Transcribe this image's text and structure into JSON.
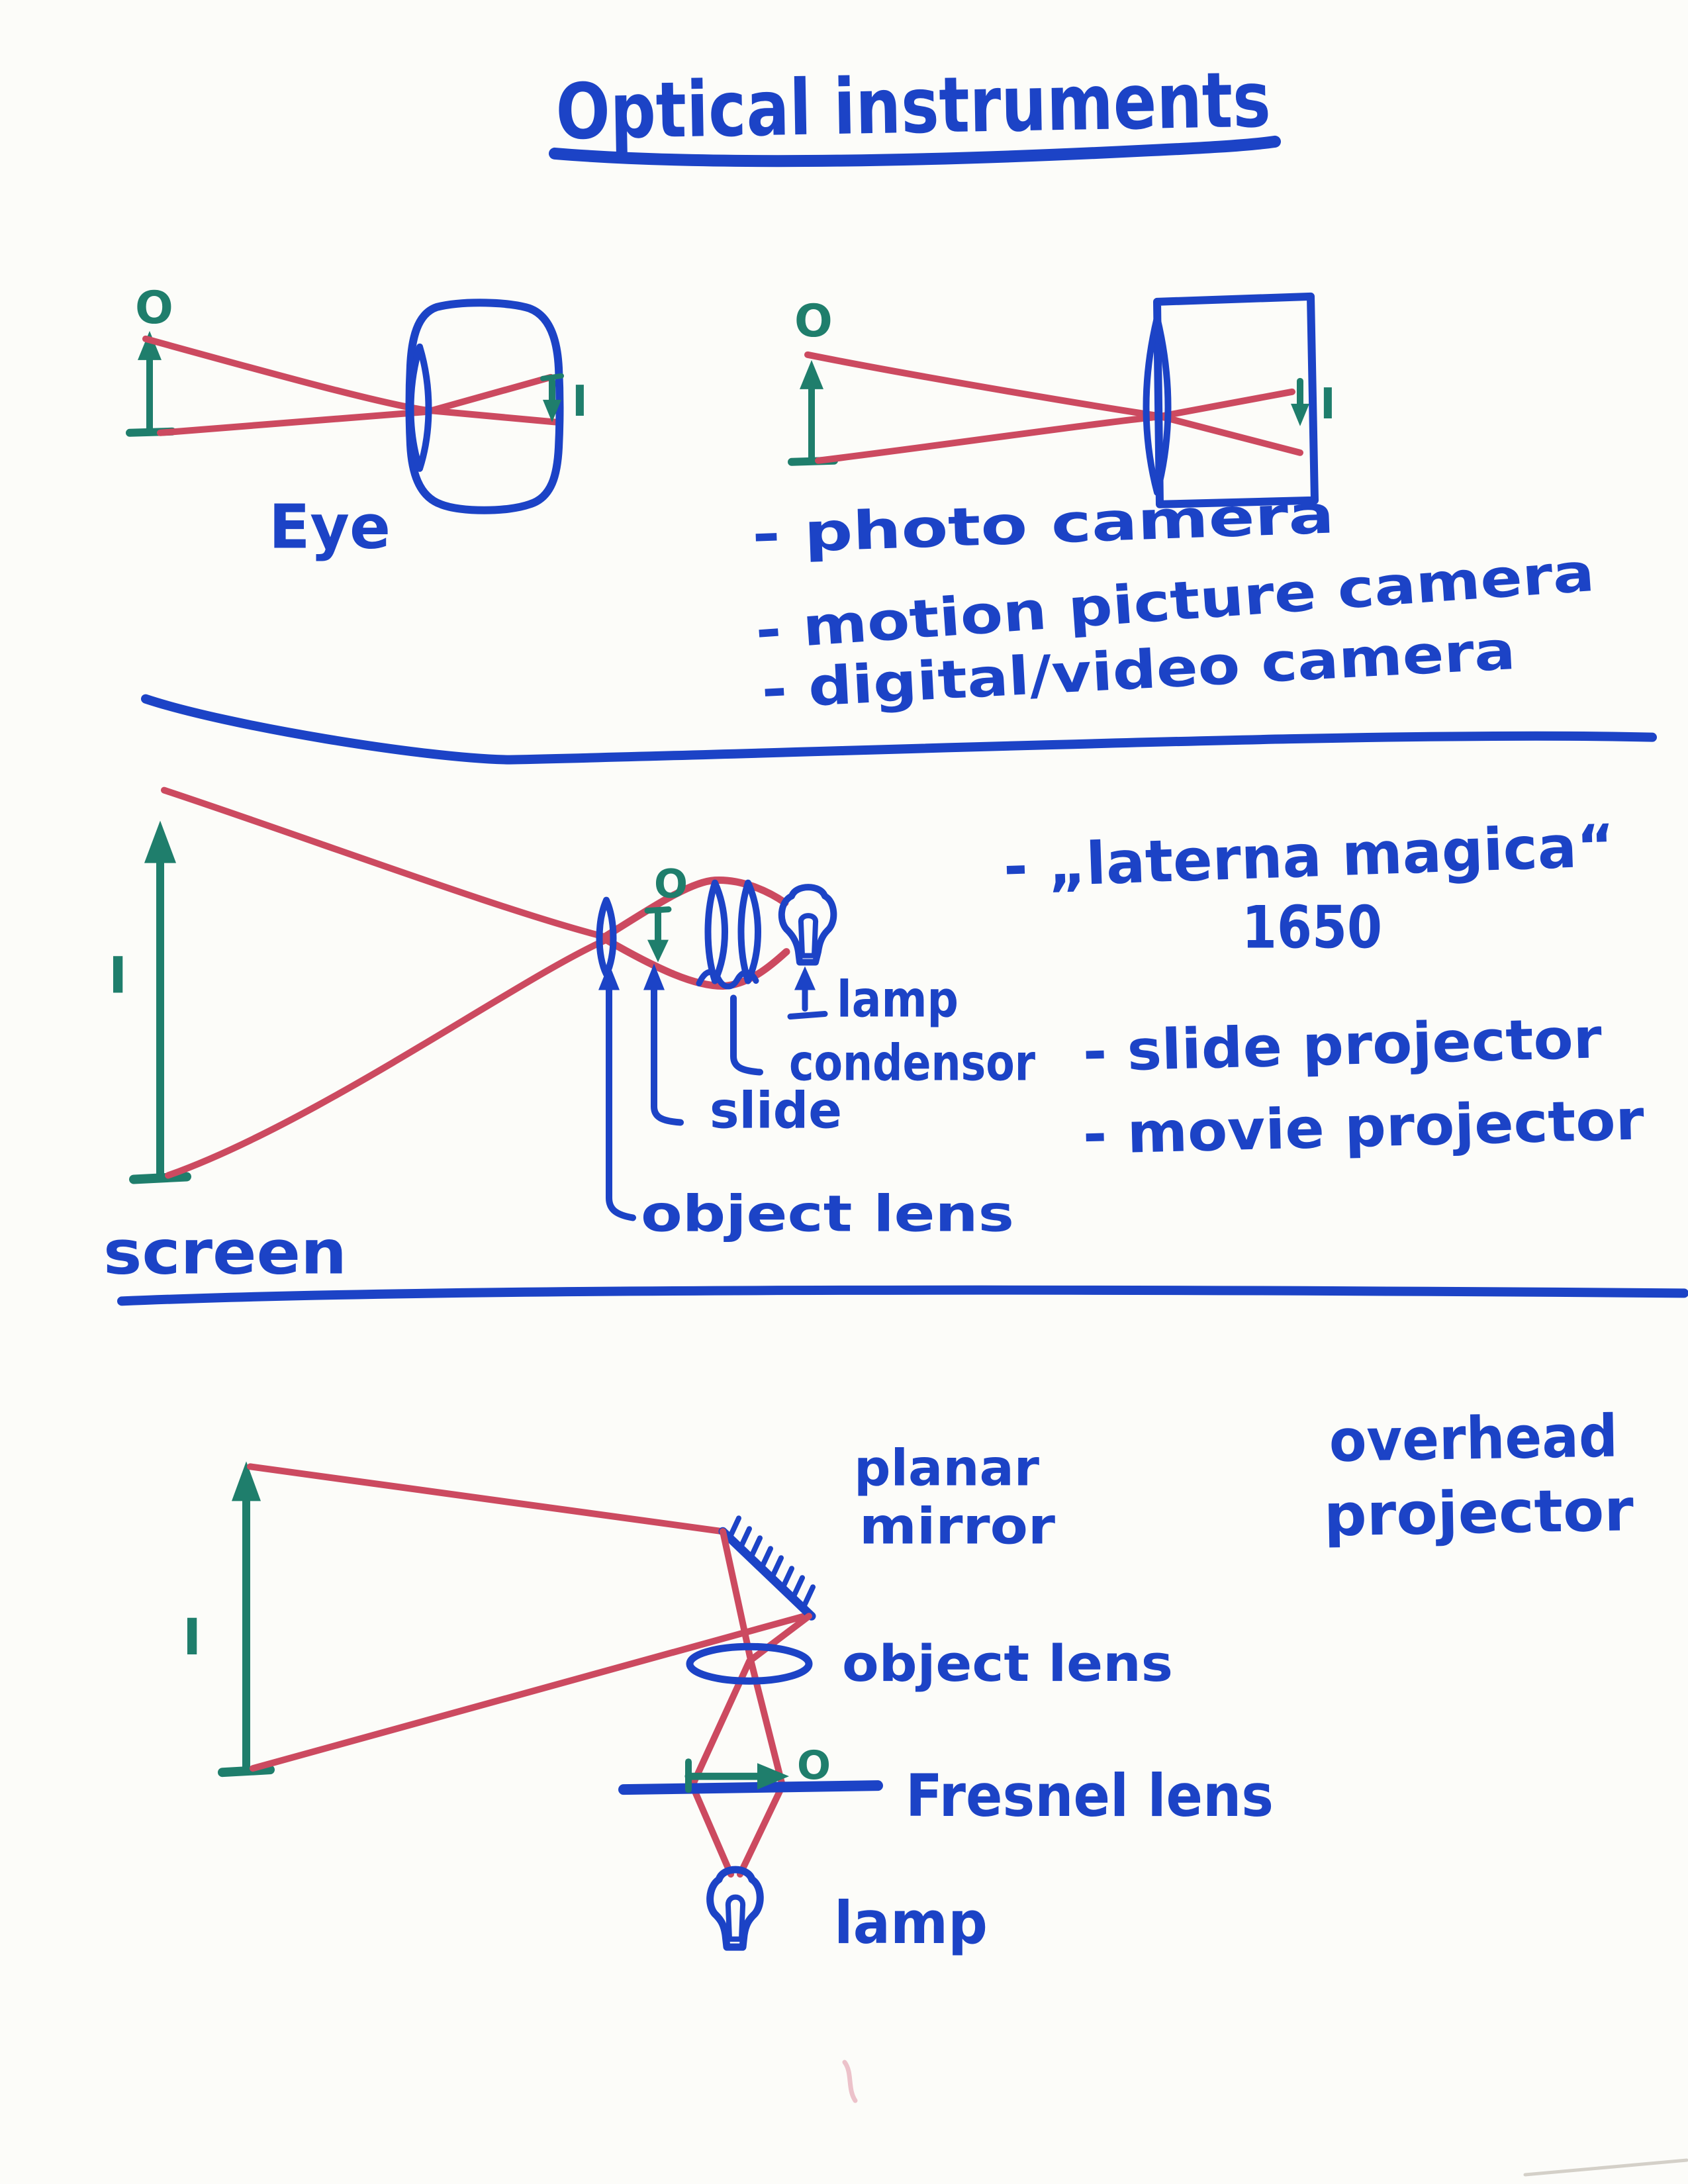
{
  "page": {
    "background": "#fcfcf9"
  },
  "palette": {
    "ink_blue": "#1c43c6",
    "ray_red": "#cc4a60",
    "marker_teal": "#1f7e6c"
  },
  "title": {
    "text": "Optical instruments"
  },
  "eye_diagram": {
    "object_label": "O",
    "image_label": "I",
    "caption": "Eye"
  },
  "camera_diagram": {
    "object_label": "O",
    "image_label": "I",
    "types": [
      "- photo camera",
      "- motion picture camera",
      "- digital/video camera"
    ]
  },
  "projector_diagram": {
    "image_label": "I",
    "screen_label": "screen",
    "object_label": "O",
    "lamp_label": "lamp",
    "condensor_label": "condensor",
    "slide_label": "slide",
    "object_lens_label": "object lens",
    "history_note": "- „laterna magica“",
    "year": "1650",
    "type_1": "- slide projector",
    "type_2": "- movie projector"
  },
  "overhead_diagram": {
    "image_label": "I",
    "object_label": "O",
    "planar_mirror_line1": "planar",
    "planar_mirror_line2": "mirror",
    "object_lens_label": "object lens",
    "fresnel_label": "Fresnel lens",
    "lamp_label": "lamp",
    "caption_line1": "overhead",
    "caption_line2": "projector"
  }
}
